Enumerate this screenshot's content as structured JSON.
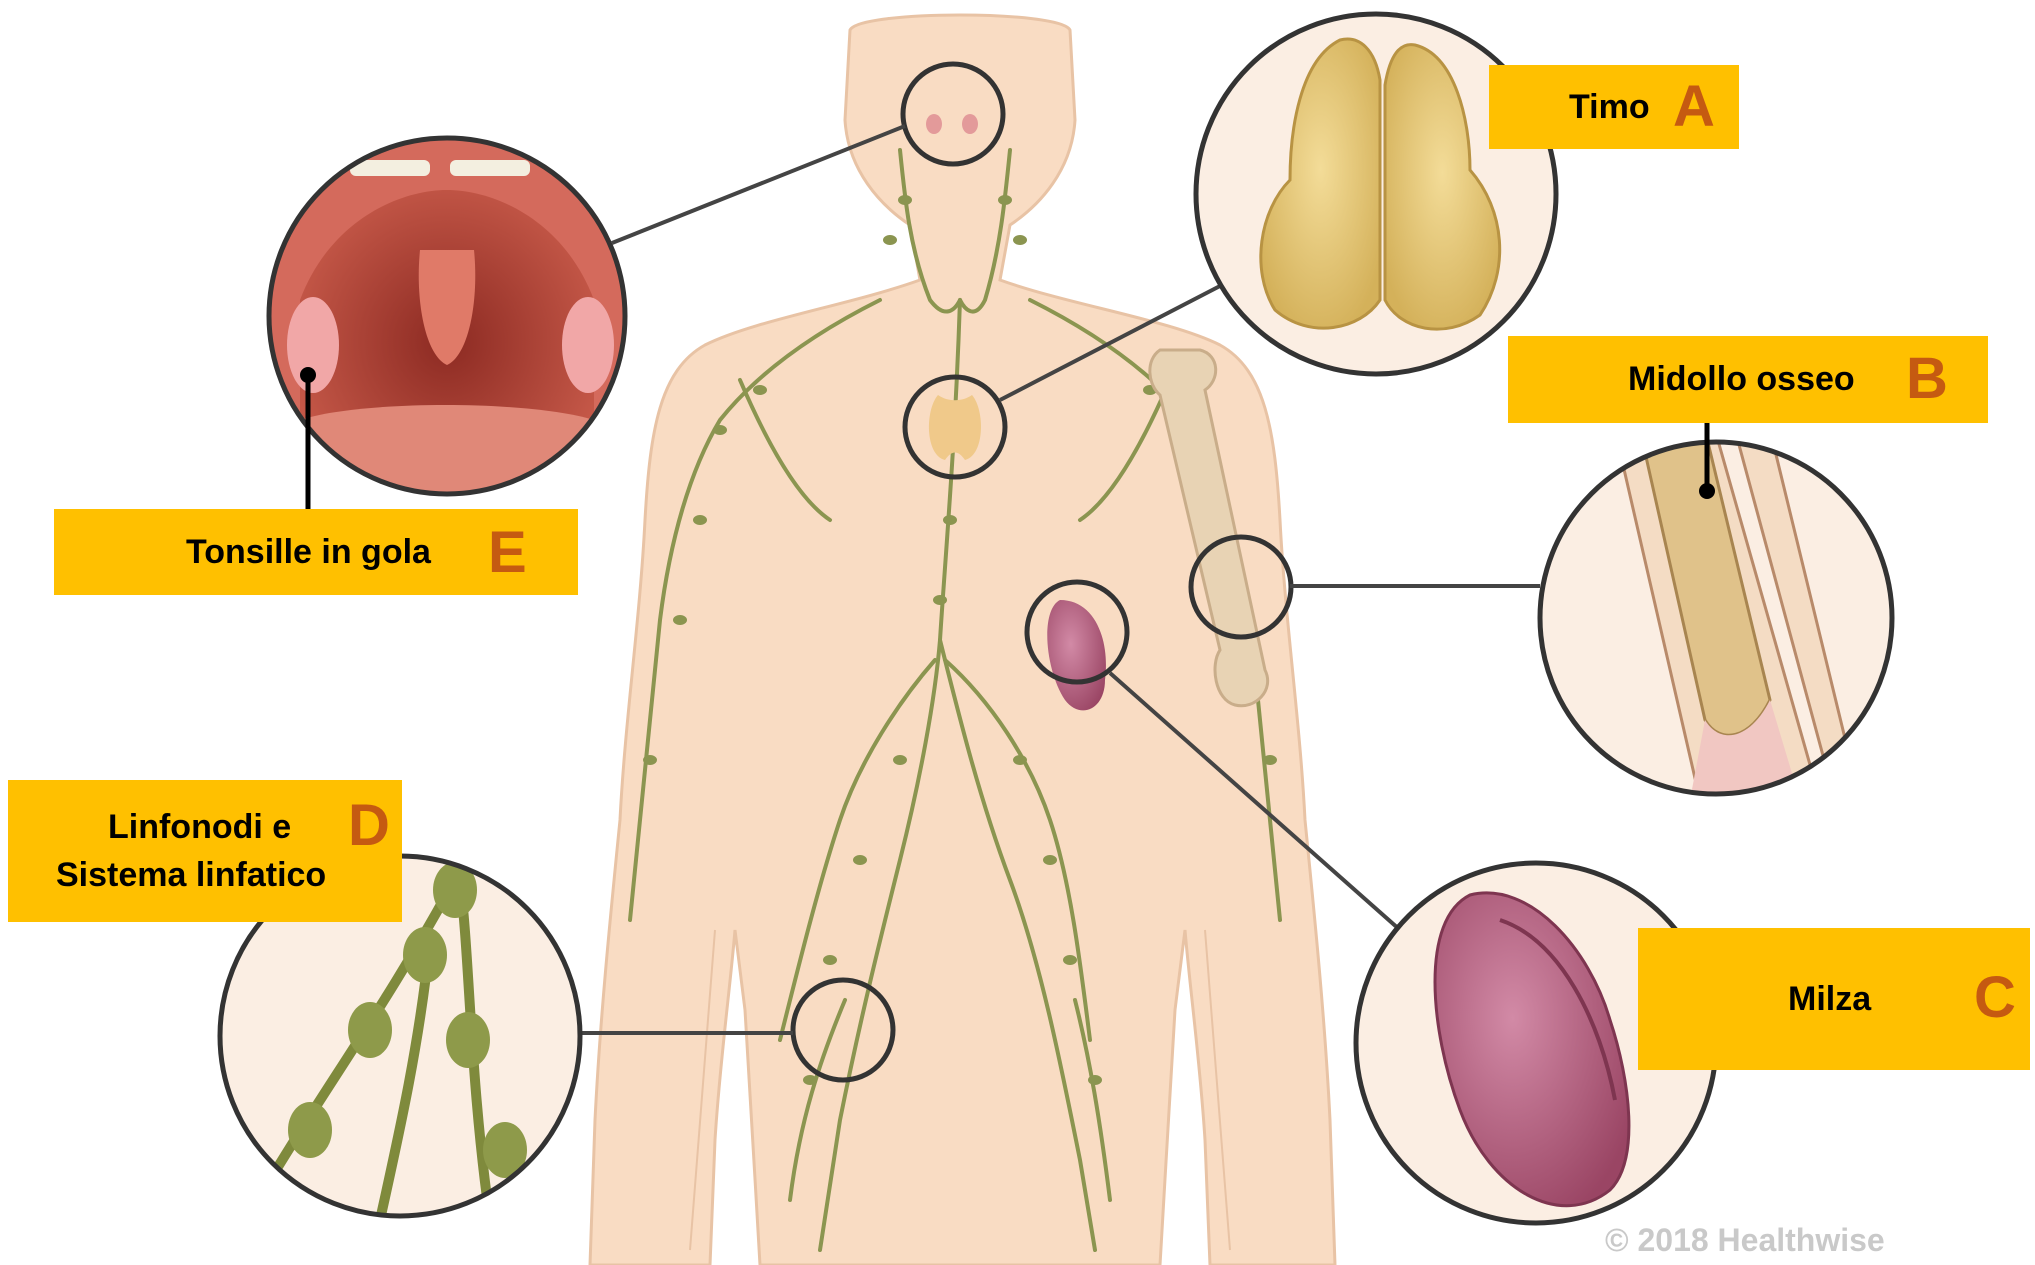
{
  "labels": {
    "a": {
      "text": "Timo",
      "letter": "A"
    },
    "b": {
      "text": "Midollo osseo",
      "letter": "B"
    },
    "c": {
      "text": "Milza",
      "letter": "C"
    },
    "d": {
      "text_line1": "Linfonodi e",
      "text_line2": "Sistema linfatico",
      "letter": "D"
    },
    "e": {
      "text": "Tonsille in gola",
      "letter": "E"
    }
  },
  "copyright": "© 2018 Healthwise",
  "colors": {
    "skin": "#f9dcc3",
    "skin_outline": "#e8c3a5",
    "lymph": "#8b9550",
    "label_bg": "#ffc000",
    "letter": "#c55a11"
  }
}
